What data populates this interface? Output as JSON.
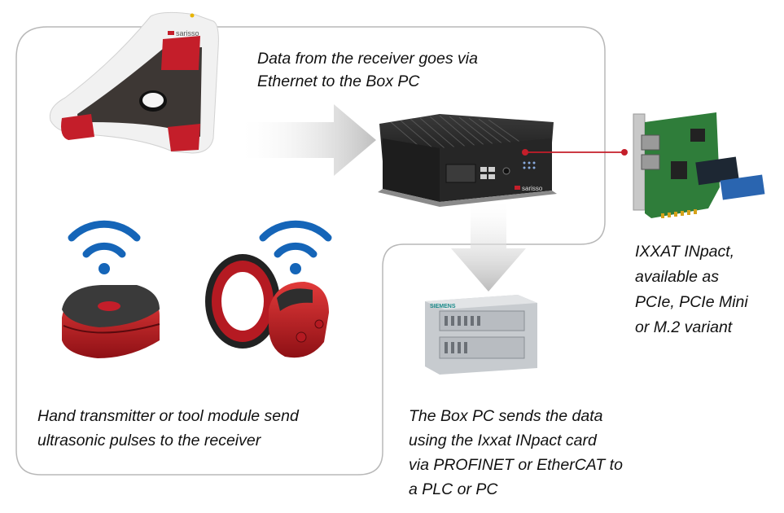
{
  "captions": {
    "ethernet": [
      "Data from the receiver goes via",
      "Ethernet to the Box PC"
    ],
    "card": [
      "IXXAT INpact,",
      "available as",
      "PCIe, PCIe Mini",
      "or M.2 variant"
    ],
    "transmitter": [
      "Hand transmitter or tool module send",
      "ultrasonic pulses to the receiver"
    ],
    "boxpc_send": [
      "The Box PC sends the data",
      "using the Ixxat INpact card",
      "via PROFINET or EtherCAT to",
      "a PLC or PC"
    ]
  },
  "brand": {
    "receiver_logo": "sarisso",
    "boxpc_logo": "sarisso",
    "plc_logo": "SIEMENS"
  },
  "colors": {
    "accent_red": "#c41e2a",
    "wifi_blue": "#1565b8",
    "panel_border": "#b8b8b8",
    "pcb_green": "#2f7d3a",
    "plc_grey": "#c7cbcf"
  },
  "icons": [
    "wifi-icon",
    "wifi-icon"
  ]
}
